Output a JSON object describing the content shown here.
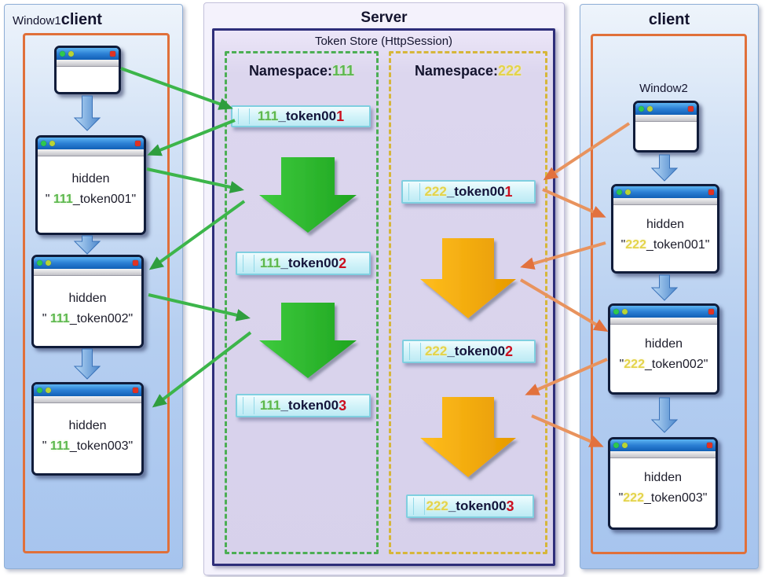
{
  "colors": {
    "client_panel_bg": "#a6c4ee",
    "client_inner_border": "#e0703a",
    "server_panel_bg": "#d7d1eb",
    "server_border": "#2e2e7a",
    "namespace_111_accent": "#4cae54",
    "namespace_222_accent": "#d6b63a",
    "token_box_bg": "#d2f3f9",
    "token_last_digit": "#cc1020",
    "flow_block_arrow_111": "#2eb52e",
    "flow_block_arrow_222": "#f2a800",
    "page_step_arrow": "#5b96d8",
    "link_arrow_111": "#3cb54a",
    "link_arrow_222": "#e8935e"
  },
  "left_client": {
    "window_label": "Window1",
    "client_label": "client",
    "pages": [
      {
        "hidden_label": "hidden",
        "open": "\" ",
        "ns": "111",
        "tail": "_token001\""
      },
      {
        "hidden_label": "hidden",
        "open": "\" ",
        "ns": "111",
        "tail": "_token002\""
      },
      {
        "hidden_label": "hidden",
        "open": "\" ",
        "ns": "111",
        "tail": "_token003\""
      }
    ]
  },
  "server": {
    "title": "Server",
    "store_label": "Token Store (HttpSession)",
    "namespaces": [
      {
        "label_prefix": "Namespace:",
        "id": "111",
        "tokens": [
          {
            "ns": "111",
            "body": "_token00",
            "digit": "1"
          },
          {
            "ns": "111",
            "body": "_token00",
            "digit": "2"
          },
          {
            "ns": "111",
            "body": "_token00",
            "digit": "3"
          }
        ]
      },
      {
        "label_prefix": "Namespace:",
        "id": "222",
        "tokens": [
          {
            "ns": "222",
            "body": "_token00",
            "digit": "1"
          },
          {
            "ns": "222",
            "body": "_token00",
            "digit": "2"
          },
          {
            "ns": "222",
            "body": "_token00",
            "digit": "3"
          }
        ]
      }
    ]
  },
  "right_client": {
    "client_label": "client",
    "window_label": "Window2",
    "pages": [
      {
        "hidden_label": "hidden",
        "open": "\"",
        "ns": "222",
        "tail": "_token001\""
      },
      {
        "hidden_label": "hidden",
        "open": "\"",
        "ns": "222",
        "tail": "_token002\""
      },
      {
        "hidden_label": "hidden",
        "open": "\"",
        "ns": "222",
        "tail": "_token003\""
      }
    ]
  }
}
